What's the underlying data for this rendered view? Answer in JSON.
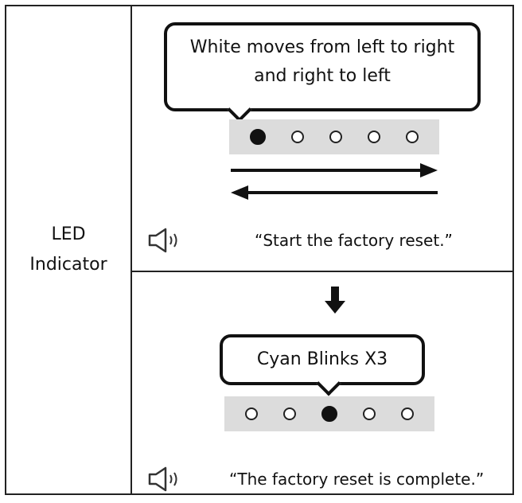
{
  "row_label": {
    "line1": "LED",
    "line2": "Indicator"
  },
  "step1": {
    "bubble_line1": "White moves from left to right",
    "bubble_line2": "and right to left",
    "leds": [
      "on",
      "off",
      "off",
      "off",
      "off"
    ],
    "voice": "“Start the factory reset.”"
  },
  "step2": {
    "bubble": "Cyan Blinks X3",
    "leds": [
      "off",
      "off",
      "on",
      "off",
      "off"
    ],
    "voice": "“The factory reset is complete.”"
  },
  "icons": {
    "speaker": "speaker-icon",
    "arrow_right": "arrow-right-icon",
    "arrow_left": "arrow-left-icon",
    "arrow_down": "arrow-down-icon"
  }
}
